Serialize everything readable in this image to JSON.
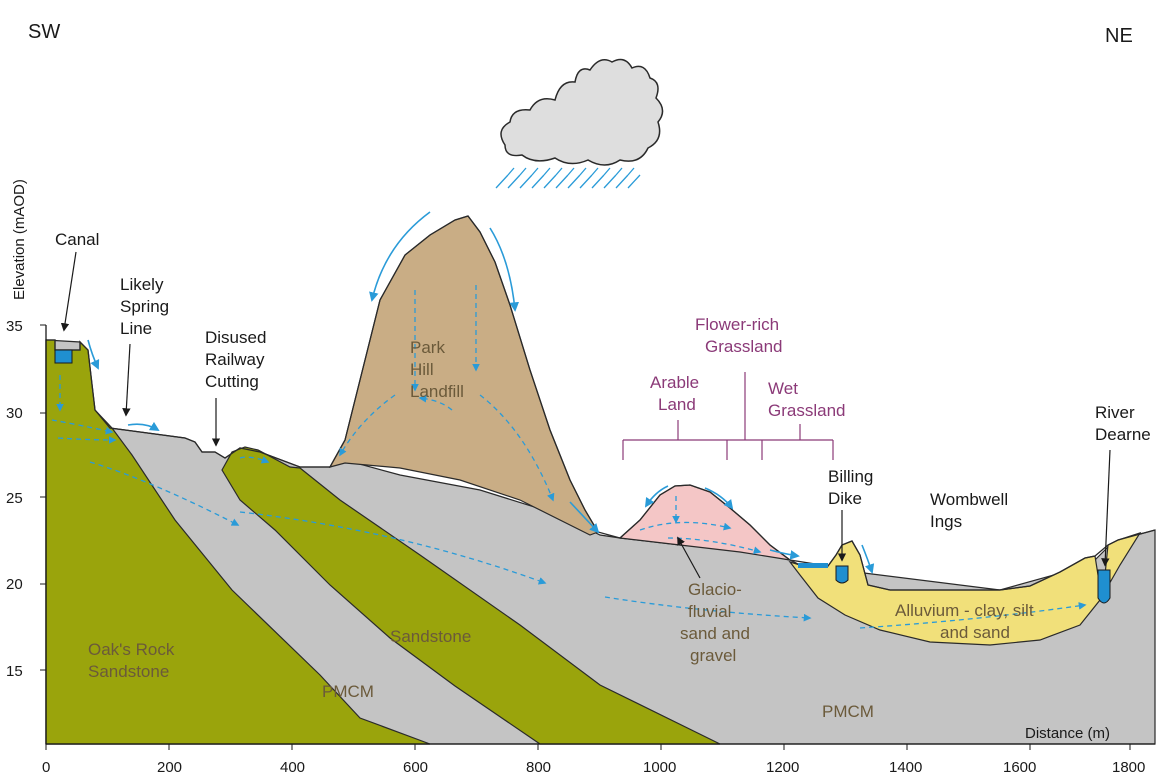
{
  "orientation": {
    "left": "SW",
    "right": "NE"
  },
  "axes": {
    "y_label": "Elevation (mAOD)",
    "y_ticks": [
      "35",
      "30",
      "25",
      "20",
      "15"
    ],
    "x_label": "Distance (m)",
    "x_ticks": [
      "0",
      "200",
      "400",
      "600",
      "800",
      "1000",
      "1200",
      "1400",
      "1600",
      "1800"
    ]
  },
  "annotations": {
    "canal": "Canal",
    "spring_1": "Likely",
    "spring_2": "Spring",
    "spring_3": "Line",
    "railway_1": "Disused",
    "railway_2": "Railway",
    "railway_3": "Cutting",
    "billing_1": "Billing",
    "billing_2": "Dike",
    "wombwell_1": "Wombwell",
    "wombwell_2": "Ings",
    "river_1": "River",
    "river_2": "Dearne"
  },
  "habitats": {
    "flower_1": "Flower-rich",
    "flower_2": "Grassland",
    "arable_1": "Arable",
    "arable_2": "Land",
    "wet_1": "Wet",
    "wet_2": "Grassland"
  },
  "units": {
    "oaks_1": "Oak's Rock",
    "oaks_2": "Sandstone",
    "pmcm_lower": "PMCM",
    "sandstone": "Sandstone",
    "landfill_1": "Park",
    "landfill_2": "Hill",
    "landfill_3": "Landfill",
    "glacio_1": "Glacio-",
    "glacio_2": "fluvial",
    "glacio_3": "sand and",
    "glacio_4": "gravel",
    "alluvium_1": "Alluvium - clay, silt",
    "alluvium_2": "and sand",
    "pmcm_base": "PMCM"
  },
  "colors": {
    "sandstone": "#9aa40c",
    "pmcm": "#c4c4c4",
    "landfill": "#c9ad85",
    "glaciofluvial": "#f4c6c6",
    "alluvium": "#f1e07a",
    "water": "#1f8fd0",
    "flow": "#2a9bd8",
    "habitat_text": "#8b3a78"
  }
}
